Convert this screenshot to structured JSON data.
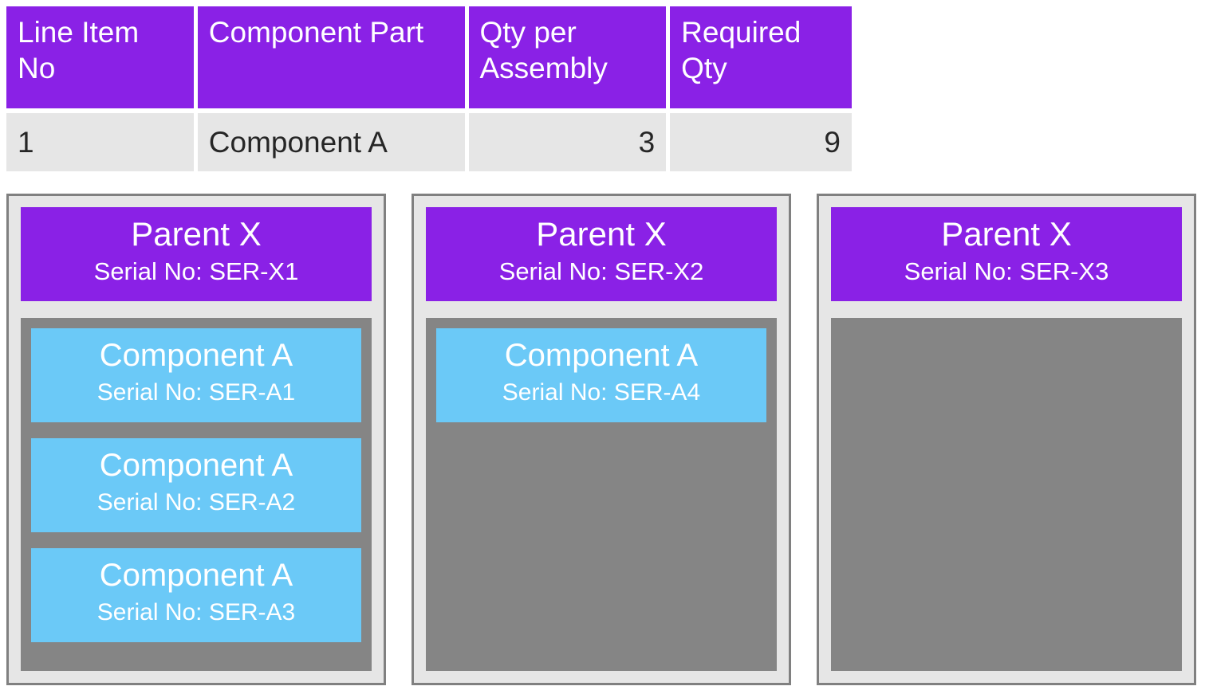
{
  "table": {
    "headers": [
      "Line Item No",
      "Component Part",
      "Qty per Assembly",
      "Required Qty"
    ],
    "rows": [
      {
        "line_item_no": "1",
        "component_part": "Component A",
        "qty_per_assembly": "3",
        "required_qty": "9"
      }
    ]
  },
  "colors": {
    "purple": "#8A21E6",
    "blue": "#6BC9F7",
    "gray_container": "#858585",
    "card_background": "#E6E6E6",
    "card_border": "#808080"
  },
  "cards": [
    {
      "parent_title": "Parent X",
      "parent_serial": "Serial No: SER-X1",
      "components": [
        {
          "title": "Component A",
          "serial": "Serial No: SER-A1"
        },
        {
          "title": "Component A",
          "serial": "Serial No: SER-A2"
        },
        {
          "title": "Component A",
          "serial": "Serial No: SER-A3"
        }
      ]
    },
    {
      "parent_title": "Parent X",
      "parent_serial": "Serial No: SER-X2",
      "components": [
        {
          "title": "Component A",
          "serial": "Serial No: SER-A4"
        }
      ]
    },
    {
      "parent_title": "Parent X",
      "parent_serial": "Serial No: SER-X3",
      "components": []
    }
  ]
}
